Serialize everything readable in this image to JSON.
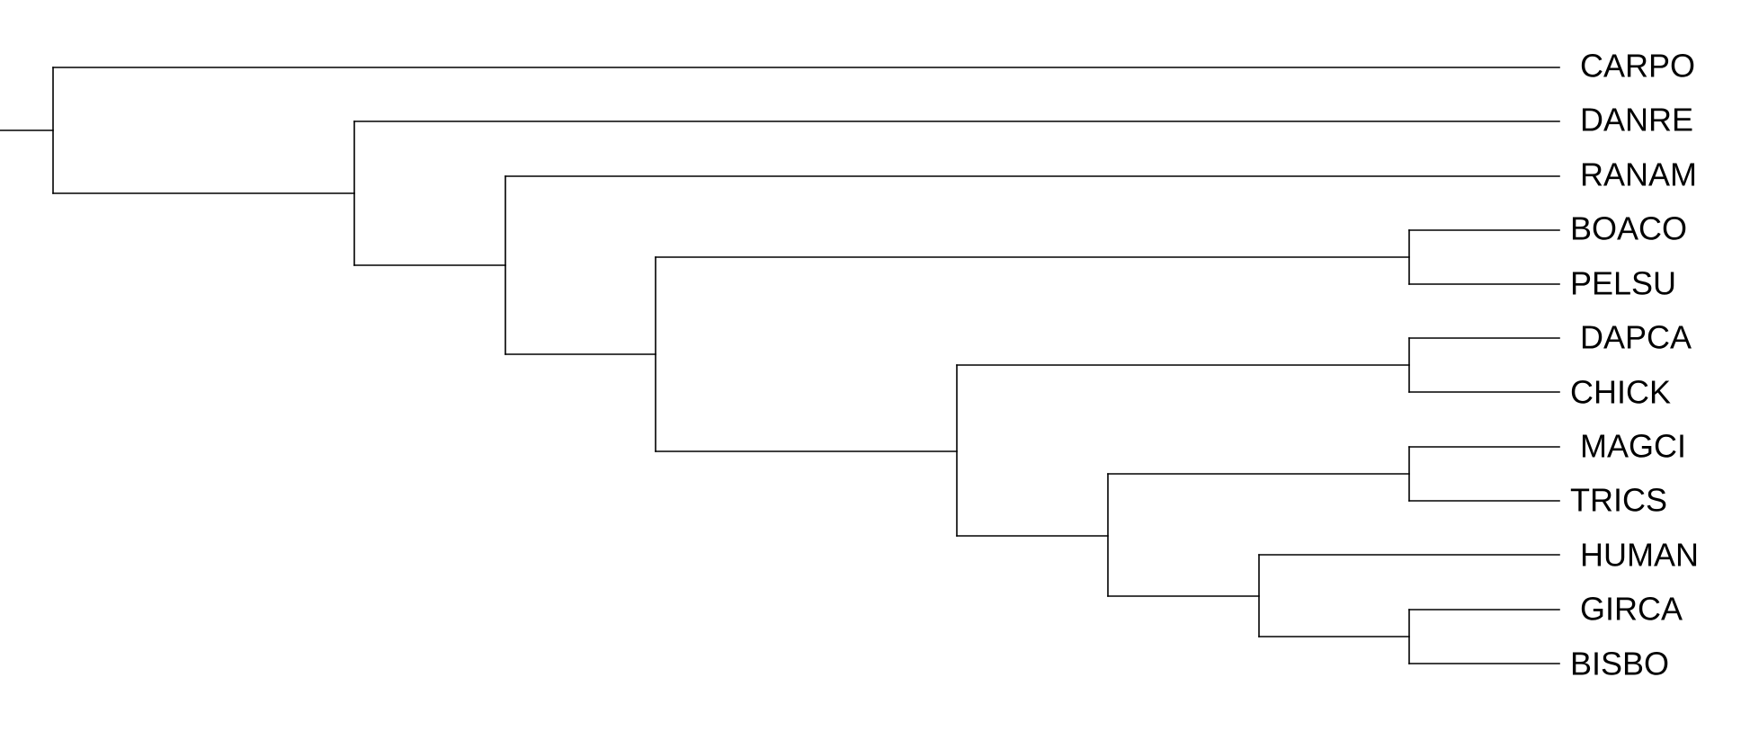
{
  "tree": {
    "taxa": [
      "CARPO",
      "DANRE",
      "RANAM",
      "BOACO",
      "PELSU",
      "DAPCA",
      "CHICK",
      "MAGCI",
      "TRICS",
      "HUMAN",
      "GIRCA",
      "BISBO"
    ],
    "colors": {
      "line": "#000000",
      "label": "#000000",
      "background": "#ffffff"
    }
  }
}
